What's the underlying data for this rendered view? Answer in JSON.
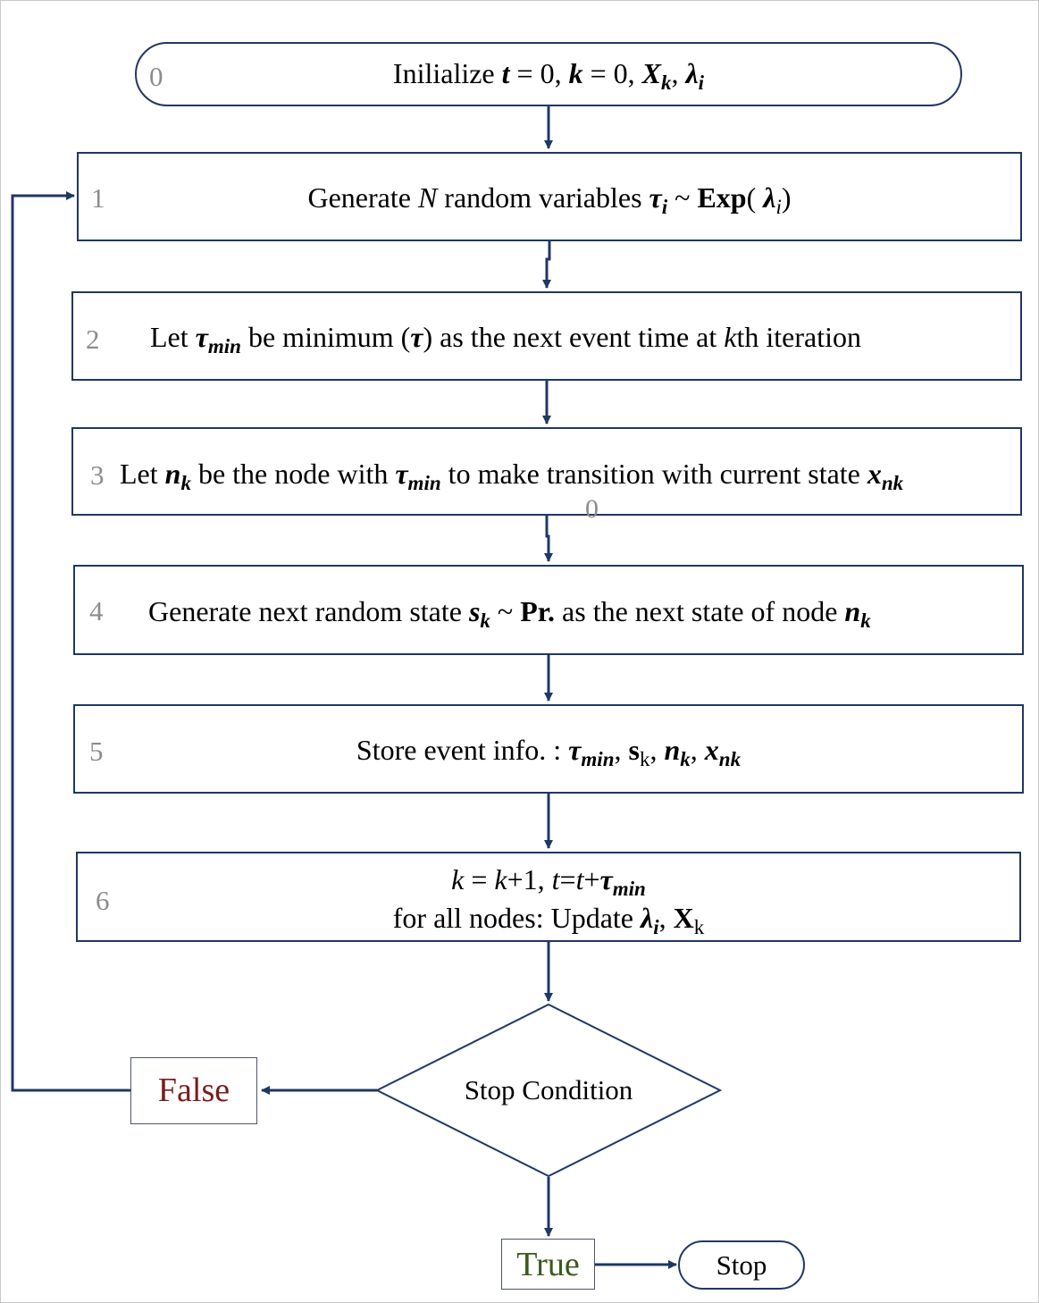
{
  "nodes": {
    "init": {
      "num": "0",
      "pre": "Inilialize ",
      "t": "t",
      "eq1": " = 0, ",
      "k": "k",
      "eq2": " = 0,  ",
      "X": "X",
      "Xsub": "k",
      "sep": ",  ",
      "lam": "λ",
      "lamsub": "i"
    },
    "step1": {
      "num": "1",
      "pre": "Generate ",
      "N": "N",
      "mid": " random variables ",
      "tau": "τ",
      "tausub": "i",
      "tilde": " ~ ",
      "exp": "Exp",
      "open": "( ",
      "lam": "λ",
      "lamsub": "i",
      "close": ")"
    },
    "step2": {
      "num": "2",
      "pre": "Let ",
      "tau": "τ",
      "tausub": "min",
      "mid": " be minimum (",
      "tau2": "τ",
      "mid2": ")  as the next event time at  ",
      "k": "k",
      "post": "th iteration"
    },
    "step3": {
      "num": "3",
      "stray": "0",
      "pre": "Let ",
      "n": "n",
      "nsub": "k",
      "mid": " be the node with ",
      "tau": "τ",
      "tausub": "min",
      "mid2": " to make transition with current state ",
      "x": "x",
      "xsub": "nk"
    },
    "step4": {
      "num": "4",
      "pre": "Generate  next random state ",
      "s": "s",
      "ssub": "k",
      "tilde": " ~ ",
      "pr": "Pr.",
      "mid": " as the next state of node ",
      "n": "n",
      "nsub": "k"
    },
    "step5": {
      "num": "5",
      "pre": "Store event info. : ",
      "tau": "τ",
      "tausub": "min",
      "c1": ", ",
      "s": "s",
      "ssub": "k",
      "c2": ", ",
      "n": "n",
      "nsub": "k",
      "c3": ", ",
      "x": "x",
      "xsub": "nk"
    },
    "step6": {
      "num": "6",
      "k1": "k",
      "eq1": " = ",
      "k2": "k",
      "plus1": "+1, ",
      "t1": "t",
      "eq2": "=",
      "t2": "t",
      "plus2": "+",
      "tau": "τ",
      "tausub": "min",
      "line2pre": "for all nodes:  Update   ",
      "lam": "λ",
      "lamsub": "i",
      "comma": ", ",
      "X": "X",
      "Xsub": "k"
    },
    "decision": {
      "label": "Stop Condition"
    },
    "false_label": {
      "label": "False",
      "color": "#7b1c1c"
    },
    "true_label": {
      "label": "True",
      "color": "#3a5a1e"
    },
    "stop": {
      "label": "Stop"
    }
  },
  "colors": {
    "stroke": "#1f3864",
    "number": "#8c8c8c"
  }
}
